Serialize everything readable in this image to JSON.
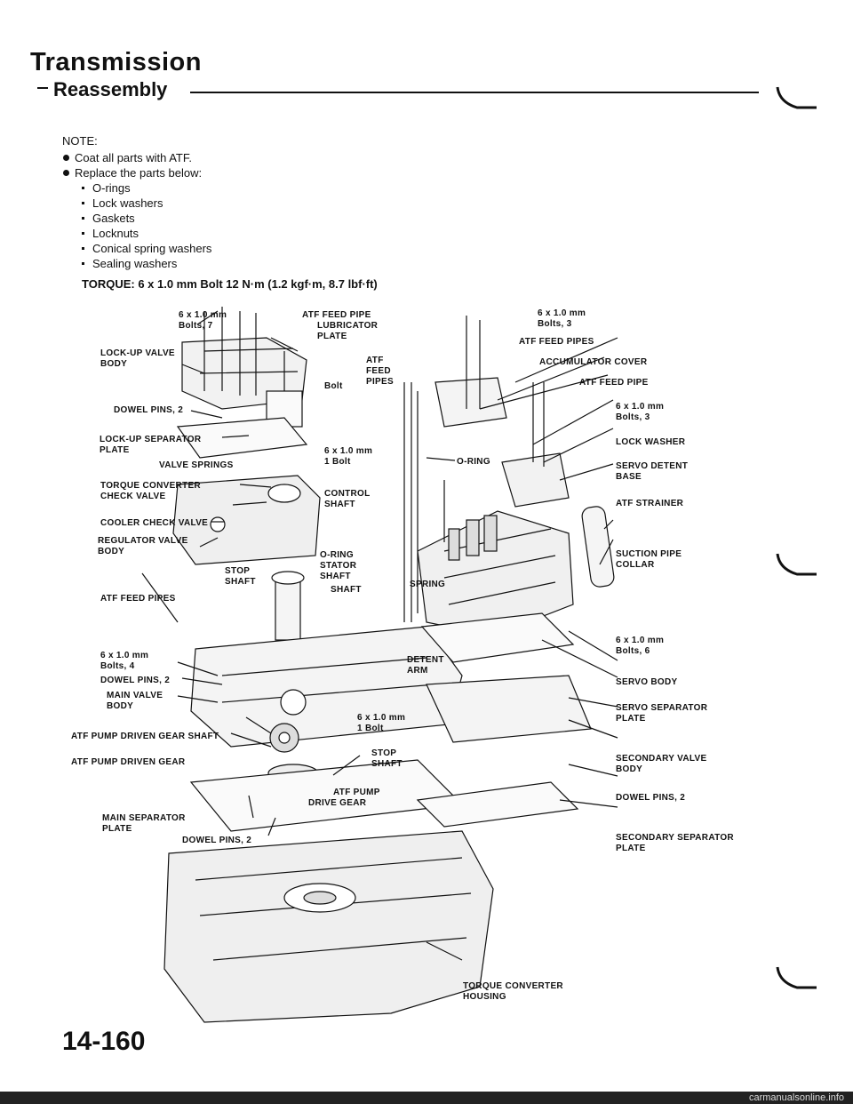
{
  "header": {
    "title": "Transmission",
    "subtitle": "Reassembly"
  },
  "note": {
    "title": "NOTE:",
    "items": [
      "Coat all parts with ATF.",
      "Replace the parts below:"
    ],
    "replace_parts": [
      "O-rings",
      "Lock washers",
      "Gaskets",
      "Locknuts",
      "Conical spring washers",
      "Sealing washers"
    ]
  },
  "torque_spec": "TORQUE: 6 x 1.0 mm Bolt 12 N·m (1.2 kgf·m, 8.7 lbf·ft)",
  "labels": {
    "bolts7": [
      "6 x 1.0 mm",
      "Bolts, 7"
    ],
    "atf_feed_pipe_lubricator": [
      "ATF FEED PIPE",
      "LUBRICATOR",
      "PLATE"
    ],
    "lockup_valve_body": [
      "LOCK-UP VALVE",
      "BODY"
    ],
    "atf_feed_pipes_center": [
      "ATF",
      "FEED",
      "PIPES"
    ],
    "bolt": [
      "Bolt"
    ],
    "dowel_pins_top": [
      "DOWEL PINS, 2"
    ],
    "lockup_separator": [
      "LOCK-UP SEPARATOR",
      "PLATE"
    ],
    "bolt1_top": [
      "6 x 1.0 mm",
      "1 Bolt"
    ],
    "valve_springs": [
      "VALVE SPRINGS"
    ],
    "tc_check_valve": [
      "TORQUE CONVERTER",
      "CHECK VALVE"
    ],
    "control_shaft": [
      "CONTROL",
      "SHAFT"
    ],
    "cooler_check_valve": [
      "COOLER CHECK VALVE"
    ],
    "regulator_valve_body": [
      "REGULATOR VALVE",
      "BODY"
    ],
    "oring_stator": [
      "O-RING",
      "STATOR",
      "SHAFT"
    ],
    "stop_shaft_left": [
      "STOP",
      "SHAFT"
    ],
    "shaft": [
      "SHAFT"
    ],
    "atf_feed_pipes_left": [
      "ATF FEED PIPES"
    ],
    "spring": [
      "SPRING"
    ],
    "bolts4": [
      "6 x 1.0 mm",
      "Bolts, 4"
    ],
    "dowel_pins_mid": [
      "DOWEL PINS, 2"
    ],
    "main_valve_body": [
      "MAIN VALVE",
      "BODY"
    ],
    "detent_arm": [
      "DETENT",
      "ARM"
    ],
    "bolt1_mid": [
      "6 x 1.0 mm",
      "1 Bolt"
    ],
    "pump_driven_shaft": [
      "ATF PUMP DRIVEN GEAR SHAFT"
    ],
    "pump_driven_gear": [
      "ATF PUMP DRIVEN GEAR"
    ],
    "stop_shaft_center": [
      "STOP",
      "SHAFT"
    ],
    "pump_drive_gear": [
      "ATF PUMP",
      "DRIVE GEAR"
    ],
    "main_separator": [
      "MAIN SEPARATOR",
      "PLATE"
    ],
    "dowel_pins_bottom": [
      "DOWEL PINS, 2"
    ],
    "bolts3_top": [
      "6 x 1.0 mm",
      "Bolts, 3"
    ],
    "atf_feed_pipes_right": [
      "ATF FEED PIPES"
    ],
    "accumulator_cover": [
      "ACCUMULATOR COVER"
    ],
    "atf_feed_pipe_right": [
      "ATF FEED PIPE"
    ],
    "bolts3_mid": [
      "6 x 1.0 mm",
      "Bolts, 3"
    ],
    "lock_washer": [
      "LOCK WASHER"
    ],
    "oring_right": [
      "O-RING"
    ],
    "servo_detent_base": [
      "SERVO DETENT",
      "BASE"
    ],
    "atf_strainer": [
      "ATF STRAINER"
    ],
    "suction_pipe_collar": [
      "SUCTION PIPE",
      "COLLAR"
    ],
    "bolts6": [
      "6 x 1.0 mm",
      "Bolts, 6"
    ],
    "servo_body": [
      "SERVO BODY"
    ],
    "servo_separator": [
      "SERVO SEPARATOR",
      "PLATE"
    ],
    "secondary_valve_body": [
      "SECONDARY VALVE",
      "BODY"
    ],
    "dowel_pins_right": [
      "DOWEL PINS, 2"
    ],
    "secondary_separator": [
      "SECONDARY SEPARATOR",
      "PLATE"
    ],
    "tc_housing": [
      "TORQUE CONVERTER",
      "HOUSING"
    ]
  },
  "page_number": "14-160",
  "footer_watermark": "carmanualsonline.info"
}
